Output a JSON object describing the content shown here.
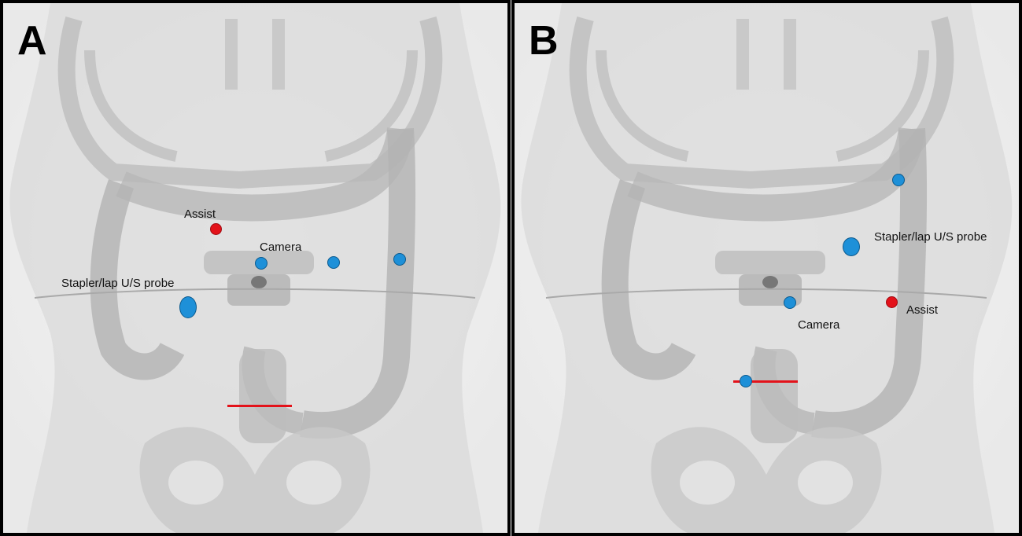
{
  "colors": {
    "port_blue": "#1e90d8",
    "port_red": "#e3121a",
    "incision_red": "#e3121a",
    "panel_border": "#000000"
  },
  "panel_a": {
    "letter": "A",
    "labels": {
      "assist": "Assist",
      "camera": "Camera",
      "stapler": "Stapler/lap U/S probe"
    }
  },
  "panel_b": {
    "letter": "B",
    "labels": {
      "stapler": "Stapler/lap U/S probe",
      "camera": "Camera",
      "assist": "Assist"
    }
  }
}
